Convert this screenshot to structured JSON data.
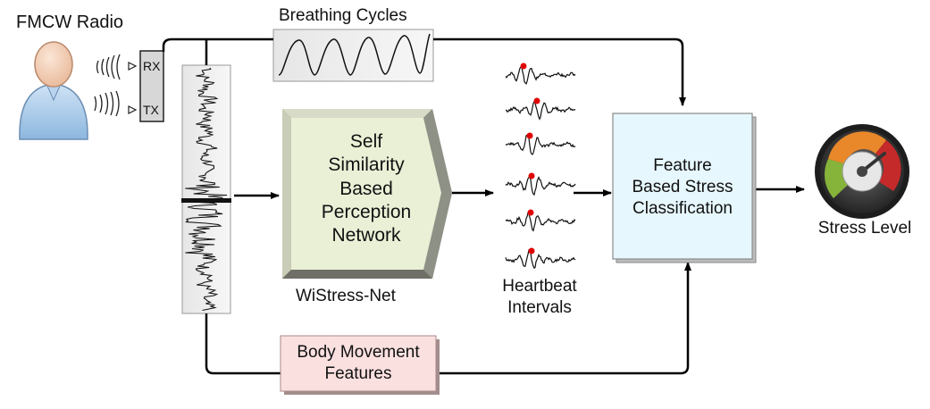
{
  "labels": {
    "fmcw_radio": "FMCW Radio",
    "rx": "RX",
    "tx": "TX",
    "breathing_cycles": "Breathing Cycles",
    "self_similarity": [
      "Self",
      "Similarity",
      "Based",
      "Perception",
      "Network"
    ],
    "wistress_net": "WiStress-Net",
    "heartbeat_intervals": [
      "Heartbeat",
      "Intervals"
    ],
    "feature_classification": [
      "Feature",
      "Based Stress",
      "Classification"
    ],
    "stress_level": "Stress Level",
    "body_movement": [
      "Body Movement",
      "Features"
    ]
  },
  "colors": {
    "perception_fill": "#e9f0d6",
    "classification_fill": "#e6f7fd",
    "body_movement_fill": "#fbe0e0",
    "heartbeat_peak": "#e00000",
    "arrow": "#000000"
  },
  "icons": [
    "person-icon",
    "radio-waves-icon",
    "radio-device-icon",
    "gauge-icon"
  ]
}
